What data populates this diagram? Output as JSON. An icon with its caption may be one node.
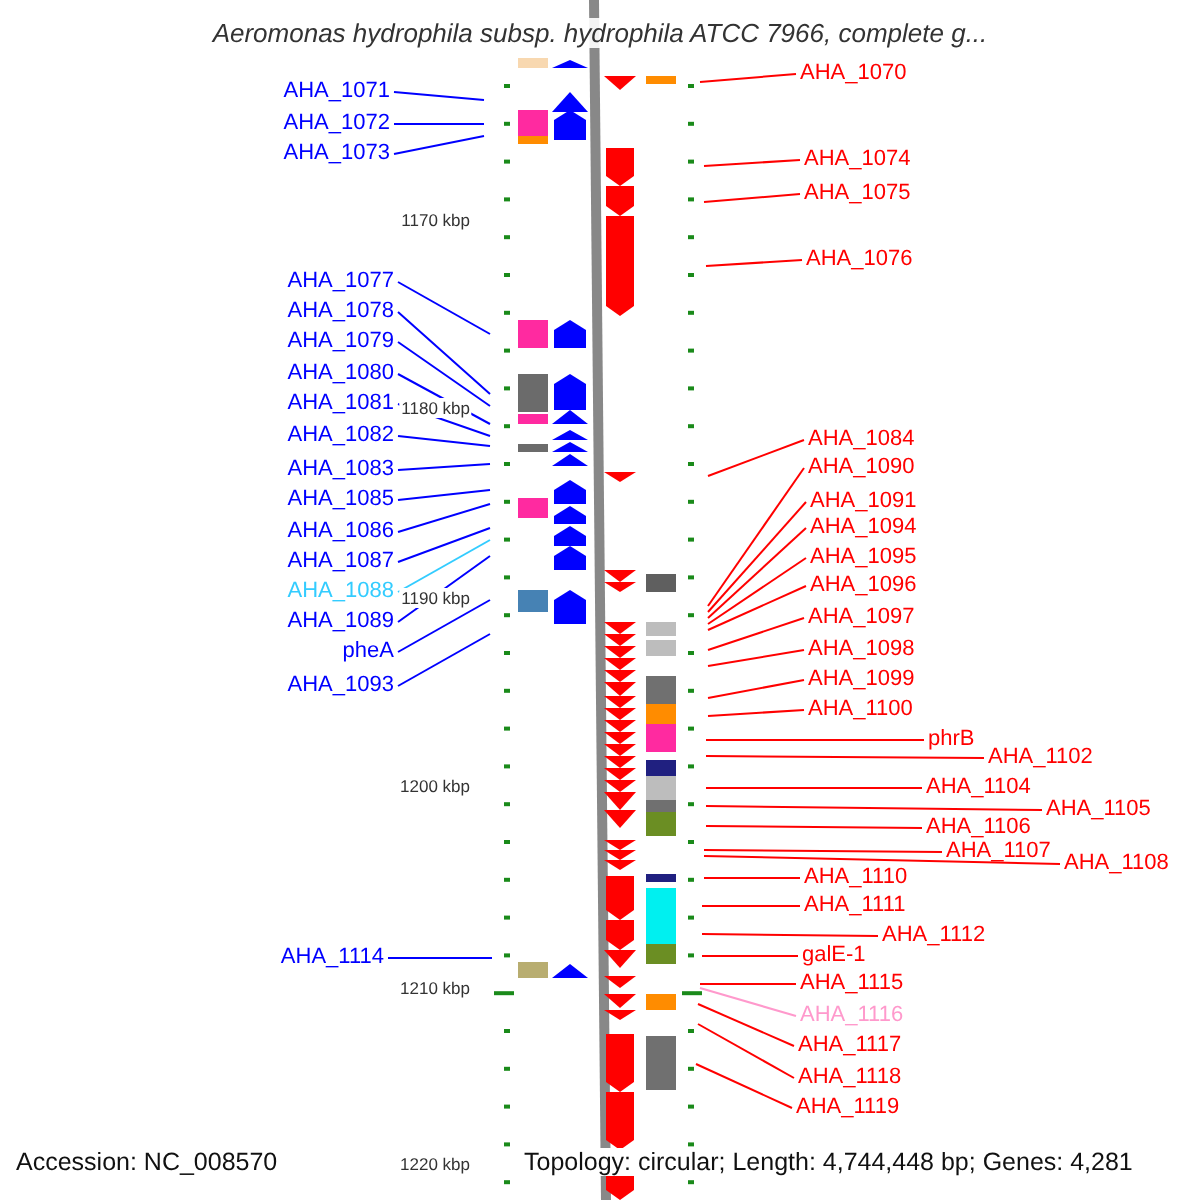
{
  "diagram": {
    "title": "Aeromonas hydrophila subsp. hydrophila ATCC 7966, complete g...",
    "nodes": [
      {
        "text": [
          "AHA_1071"
        ]
      },
      {
        "text": [
          "AHA_1072"
        ]
      },
      {
        "text": [
          "AHA_1073"
        ]
      },
      {
        "text": [
          "AHA_1077"
        ]
      },
      {
        "text": [
          "AHA_1078"
        ]
      },
      {
        "text": [
          "AHA_1079"
        ]
      },
      {
        "text": [
          "AHA_1080"
        ]
      },
      {
        "text": [
          "AHA_1081"
        ]
      },
      {
        "text": [
          "AHA_1082"
        ]
      },
      {
        "text": [
          "AHA_1083"
        ]
      },
      {
        "text": [
          "AHA_1085"
        ]
      },
      {
        "text": [
          "AHA_1086"
        ]
      },
      {
        "text": [
          "AHA_1087"
        ]
      },
      {
        "text": [
          "AHA_1088"
        ]
      },
      {
        "text": [
          "AHA_1089"
        ]
      },
      {
        "text": [
          "pheA"
        ]
      },
      {
        "text": [
          "AHA_1093"
        ]
      },
      {
        "text": [
          "AHA_1114"
        ]
      },
      {
        "text": [
          "AHA_1070"
        ]
      },
      {
        "text": [
          "AHA_1074"
        ]
      },
      {
        "text": [
          "AHA_1075"
        ]
      },
      {
        "text": [
          "AHA_1076"
        ]
      },
      {
        "text": [
          "AHA_1084"
        ]
      },
      {
        "text": [
          "AHA_1090"
        ]
      },
      {
        "text": [
          "AHA_1091"
        ]
      },
      {
        "text": [
          "AHA_1094"
        ]
      },
      {
        "text": [
          "AHA_1095"
        ]
      },
      {
        "text": [
          "AHA_1096"
        ]
      },
      {
        "text": [
          "AHA_1097"
        ]
      },
      {
        "text": [
          "AHA_1098"
        ]
      },
      {
        "text": [
          "AHA_1099"
        ]
      },
      {
        "text": [
          "AHA_1100"
        ]
      },
      {
        "text": [
          "phrB"
        ]
      },
      {
        "text": [
          "AHA_1102"
        ]
      },
      {
        "text": [
          "AHA_1104"
        ]
      },
      {
        "text": [
          "AHA_1105"
        ]
      },
      {
        "text": [
          "AHA_1106"
        ]
      },
      {
        "text": [
          "AHA_1107"
        ]
      },
      {
        "text": [
          "AHA_1108"
        ]
      },
      {
        "text": [
          "AHA_1110"
        ]
      },
      {
        "text": [
          "AHA_1111"
        ]
      },
      {
        "text": [
          "AHA_1112"
        ]
      },
      {
        "text": [
          "galE-1"
        ]
      },
      {
        "text": [
          "AHA_1115"
        ]
      },
      {
        "text": [
          "AHA_1116"
        ]
      },
      {
        "text": [
          "AHA_1117"
        ]
      },
      {
        "text": [
          "AHA_1118"
        ]
      },
      {
        "text": [
          "AHA_1119"
        ]
      }
    ],
    "edges": [
      {
        "from": 0,
        "to": null,
        "arrow": "none",
        "color": "#0000ff"
      },
      {
        "from": 1,
        "to": null,
        "arrow": "none",
        "color": "#0000ff"
      },
      {
        "from": 2,
        "to": null,
        "arrow": "none",
        "color": "#0000ff"
      },
      {
        "from": 3,
        "to": null,
        "arrow": "none",
        "color": "#0000ff"
      },
      {
        "from": 4,
        "to": null,
        "arrow": "none",
        "color": "#0000ff"
      },
      {
        "from": 5,
        "to": null,
        "arrow": "none",
        "color": "#0000ff"
      },
      {
        "from": 6,
        "to": null,
        "arrow": "none",
        "color": "#0000ff"
      },
      {
        "from": 7,
        "to": null,
        "arrow": "none",
        "color": "#0000ff"
      },
      {
        "from": 8,
        "to": null,
        "arrow": "none",
        "color": "#0000ff"
      },
      {
        "from": 9,
        "to": null,
        "arrow": "none",
        "color": "#0000ff"
      },
      {
        "from": 10,
        "to": null,
        "arrow": "none",
        "color": "#0000ff"
      },
      {
        "from": 11,
        "to": null,
        "arrow": "none",
        "color": "#0000ff"
      },
      {
        "from": 12,
        "to": null,
        "arrow": "none",
        "color": "#0000ff"
      },
      {
        "from": 13,
        "to": null,
        "arrow": "none",
        "color": "#33ccff"
      },
      {
        "from": 14,
        "to": null,
        "arrow": "none",
        "color": "#0000ff"
      },
      {
        "from": 15,
        "to": null,
        "arrow": "none",
        "color": "#0000ff"
      },
      {
        "from": 16,
        "to": null,
        "arrow": "none",
        "color": "#0000ff"
      },
      {
        "from": 17,
        "to": null,
        "arrow": "none",
        "color": "#0000ff"
      },
      {
        "from": 18,
        "to": null,
        "arrow": "none"
      },
      {
        "from": 19,
        "to": null,
        "arrow": "none"
      },
      {
        "from": 20,
        "to": null,
        "arrow": "none"
      },
      {
        "from": 21,
        "to": null,
        "arrow": "none"
      },
      {
        "from": 22,
        "to": null,
        "arrow": "none"
      },
      {
        "from": 23,
        "to": null,
        "arrow": "none"
      },
      {
        "from": 24,
        "to": null,
        "arrow": "none"
      },
      {
        "from": 25,
        "to": null,
        "arrow": "none"
      },
      {
        "from": 26,
        "to": null,
        "arrow": "none"
      },
      {
        "from": 27,
        "to": null,
        "arrow": "none"
      },
      {
        "from": 28,
        "to": null,
        "arrow": "none"
      },
      {
        "from": 29,
        "to": null,
        "arrow": "none"
      },
      {
        "from": 30,
        "to": null,
        "arrow": "none"
      },
      {
        "from": 31,
        "to": null,
        "arrow": "none"
      },
      {
        "from": 32,
        "to": null,
        "arrow": "none"
      },
      {
        "from": 33,
        "to": null,
        "arrow": "none"
      },
      {
        "from": 34,
        "to": null,
        "arrow": "none"
      },
      {
        "from": 35,
        "to": null,
        "arrow": "none"
      },
      {
        "from": 36,
        "to": null,
        "arrow": "none"
      },
      {
        "from": 37,
        "to": null,
        "arrow": "none"
      },
      {
        "from": 38,
        "to": null,
        "arrow": "none"
      },
      {
        "from": 39,
        "to": null,
        "arrow": "none"
      },
      {
        "from": 40,
        "to": null,
        "arrow": "none"
      },
      {
        "from": 41,
        "to": null,
        "arrow": "none"
      },
      {
        "from": 42,
        "to": null,
        "arrow": "none"
      },
      {
        "from": 43,
        "to": null,
        "arrow": "none"
      },
      {
        "from": 44,
        "to": null,
        "arrow": "none",
        "color": "#ff99cc"
      },
      {
        "from": 45,
        "to": null,
        "arrow": "none"
      },
      {
        "from": 46,
        "to": null,
        "arrow": "none"
      },
      {
        "from": 47,
        "to": null,
        "arrow": "none"
      }
    ],
    "labels": [
      "1170 kbp",
      "1180 kbp",
      "1190 kbp",
      "1200 kbp",
      "1210 kbp",
      "1220 kbp",
      "Accession: NC_008570",
      "Topology: circular; Length: 4,744,448 bp; Genes: 4,281"
    ]
  }
}
